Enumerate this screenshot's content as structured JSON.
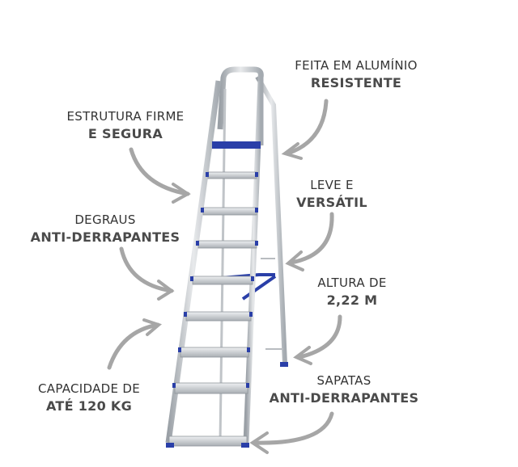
{
  "colors": {
    "text": "#333333",
    "bold_text": "#4a4a4a",
    "arrow": "#a0a0a0",
    "aluminum": "#c8ccd0",
    "accent": "#2a3fa8"
  },
  "callouts": [
    {
      "line1": "FEITA EM ALUMÍNIO",
      "line2": "RESISTENTE"
    },
    {
      "line1": "ESTRUTURA FIRME",
      "line2": "E SEGURA"
    },
    {
      "line1": "LEVE E",
      "line2": "VERSÁTIL"
    },
    {
      "line1": "DEGRAUS",
      "line2": "ANTI-DERRAPANTES"
    },
    {
      "line1": "ALTURA DE",
      "line2": "2,22 M"
    },
    {
      "line1": "CAPACIDADE DE",
      "line2": "ATÉ 120 KG"
    },
    {
      "line1": "SAPATAS",
      "line2": "ANTI-DERRAPANTES"
    }
  ]
}
